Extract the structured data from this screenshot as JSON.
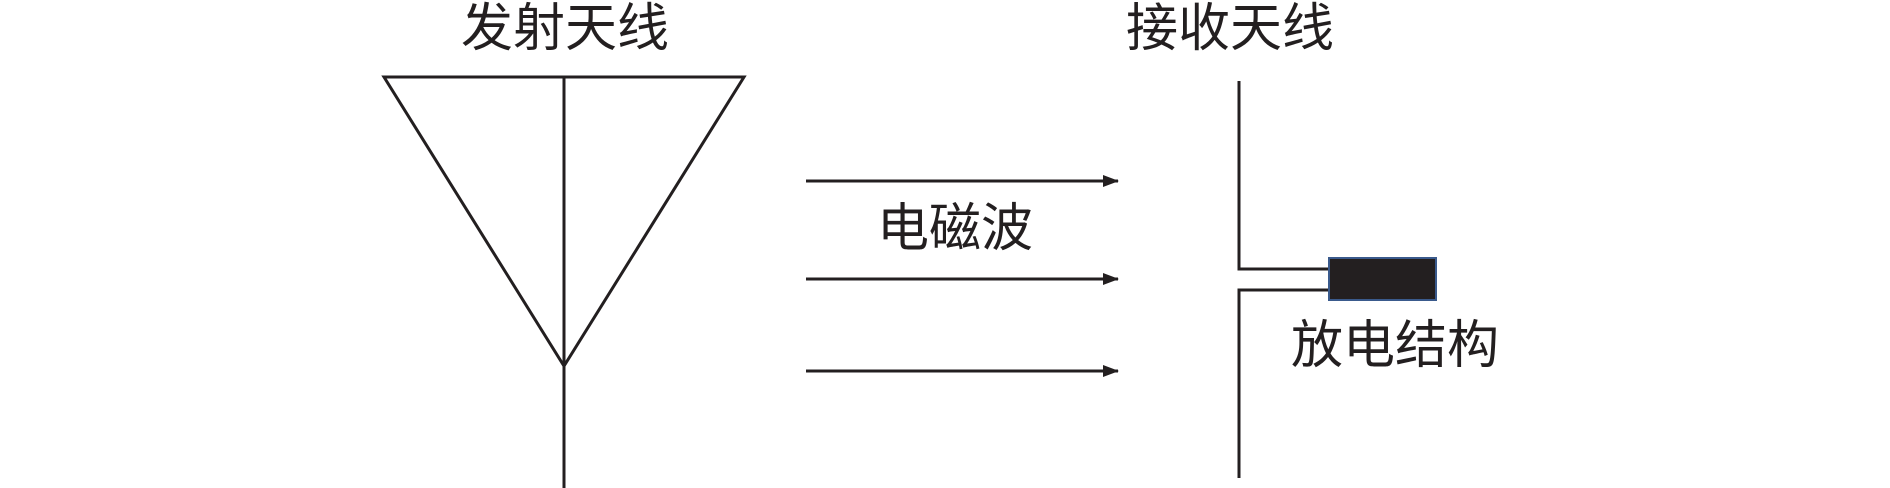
{
  "labels": {
    "transmit_antenna": "发射天线",
    "receive_antenna": "接收天线",
    "electromagnetic_wave": "电磁波",
    "discharge_structure": "放电结构"
  },
  "colors": {
    "stroke": "#231f20",
    "discharge_fill": "#231f20",
    "discharge_border": "#3a5a8c"
  }
}
